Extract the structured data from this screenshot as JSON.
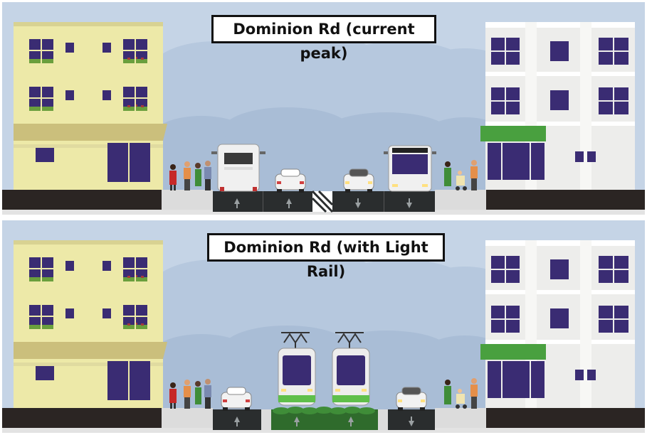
{
  "panels": [
    {
      "id": "current",
      "title": "Dominion Rd (current peak)"
    },
    {
      "id": "light-rail",
      "title": "Dominion Rd (with Light Rail)"
    }
  ],
  "colors": {
    "sky": "#c5d4e6",
    "cloud": "#b4c7de",
    "left_building": "#ede9a8",
    "awning_left": "#cfc585",
    "right_building": "#ededeb",
    "awning_right": "#49a03f",
    "window": "#3a2c73",
    "lane": "#2a2d2e",
    "pavement": "#dcdcdc",
    "tram_green": "#5fbf4a",
    "hedge": "#3f8d38"
  }
}
